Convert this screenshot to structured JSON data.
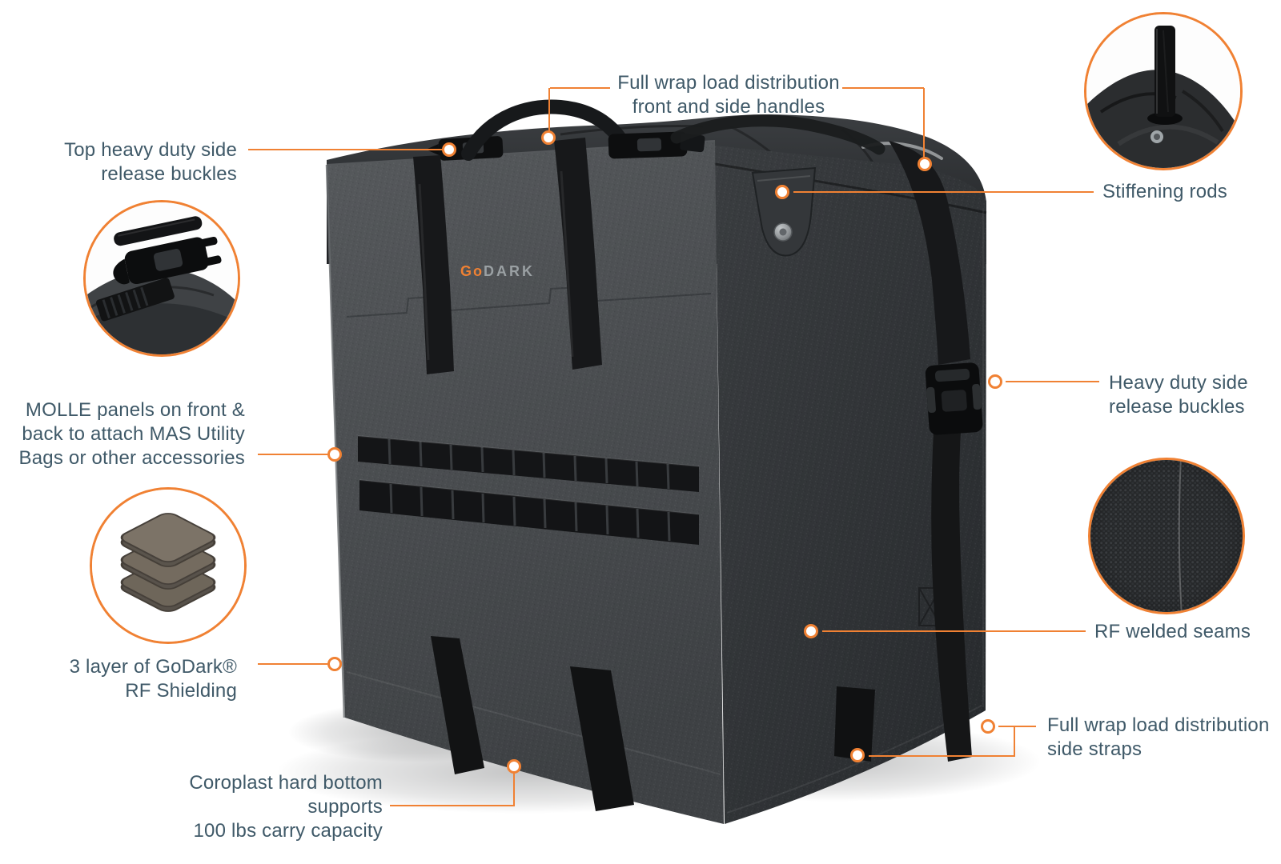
{
  "colors": {
    "accent": "#f08133",
    "label_text": "#3f5968",
    "bag_front": "#4a4d50",
    "bag_side": "#303336",
    "strap_black": "#17181a",
    "layers_tan": "#7c7367"
  },
  "brand": {
    "logo_prefix": "Go",
    "logo_suffix": "DARK"
  },
  "callouts": {
    "handles": {
      "line1": "Full wrap load distribution",
      "line2": "front and side handles"
    },
    "top_buckles": {
      "line1": "Top heavy duty side",
      "line2": "release buckles"
    },
    "molle": {
      "line1": "MOLLE panels on front &",
      "line2": "back to attach MAS Utility",
      "line3": "Bags or other accessories"
    },
    "layers": {
      "line1": "3 layer of GoDark®",
      "line2": "RF Shielding"
    },
    "bottom": {
      "line1": "Coroplast hard bottom supports",
      "line2": "100 lbs carry capacity"
    },
    "stiffening": {
      "line1": "Stiffening rods"
    },
    "heavy_duty": {
      "line1": "Heavy duty side",
      "line2": "release buckles"
    },
    "rf_seams": {
      "line1": "RF welded seams"
    },
    "side_straps": {
      "line1": "Full wrap load distribution",
      "line2": "side straps"
    }
  }
}
